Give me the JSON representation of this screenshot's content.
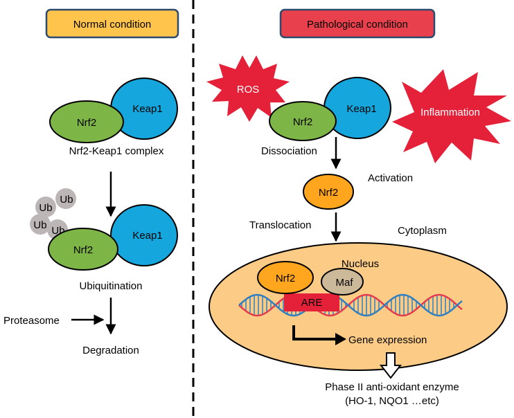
{
  "left_panel": {
    "header": "Normal condition",
    "complex_nrf2": "Nrf2",
    "complex_keap1": "Keap1",
    "complex_caption": "Nrf2-Keap1 complex",
    "ub_labels": [
      "Ub",
      "Ub",
      "Ub",
      "Ub"
    ],
    "ub_nrf2": "Nrf2",
    "ub_keap1": "Keap1",
    "ubiquitination": "Ubiquitination",
    "proteasome": "Proteasome",
    "degradation": "Degradation"
  },
  "right_panel": {
    "header": "Pathological condition",
    "ros": "ROS",
    "inflammation": "Inflammation",
    "complex_nrf2": "Nrf2",
    "complex_keap1": "Keap1",
    "dissociation": "Dissociation",
    "activation": "Activation",
    "free_nrf2": "Nrf2",
    "translocation": "Translocation",
    "cytoplasm": "Cytoplasm",
    "nucleus": "Nucleus",
    "nuclear_nrf2": "Nrf2",
    "maf": "Maf",
    "are": "ARE",
    "gene_expression": "Gene expression",
    "phase2_line1": "Phase II anti-oxidant enzyme",
    "phase2_line2": "(HO-1, NQO1 …etc)"
  },
  "colors": {
    "normal_header_fill": "#FFC44C",
    "pathological_header_fill": "#E8404C",
    "header_border": "#2C4A6E",
    "nrf2_green": "#7DB547",
    "keap1_blue": "#14A6DC",
    "nrf2_orange": "#FFA51E",
    "ub_gray": "#BDB6B6",
    "star_red": "#E5213A",
    "cytoplasm_fill": "#FCCB85",
    "maf_fill": "#CCB99A",
    "are_red": "#E5213A",
    "dna_red": "#E23C4E",
    "dna_blue": "#2F7FC0"
  }
}
